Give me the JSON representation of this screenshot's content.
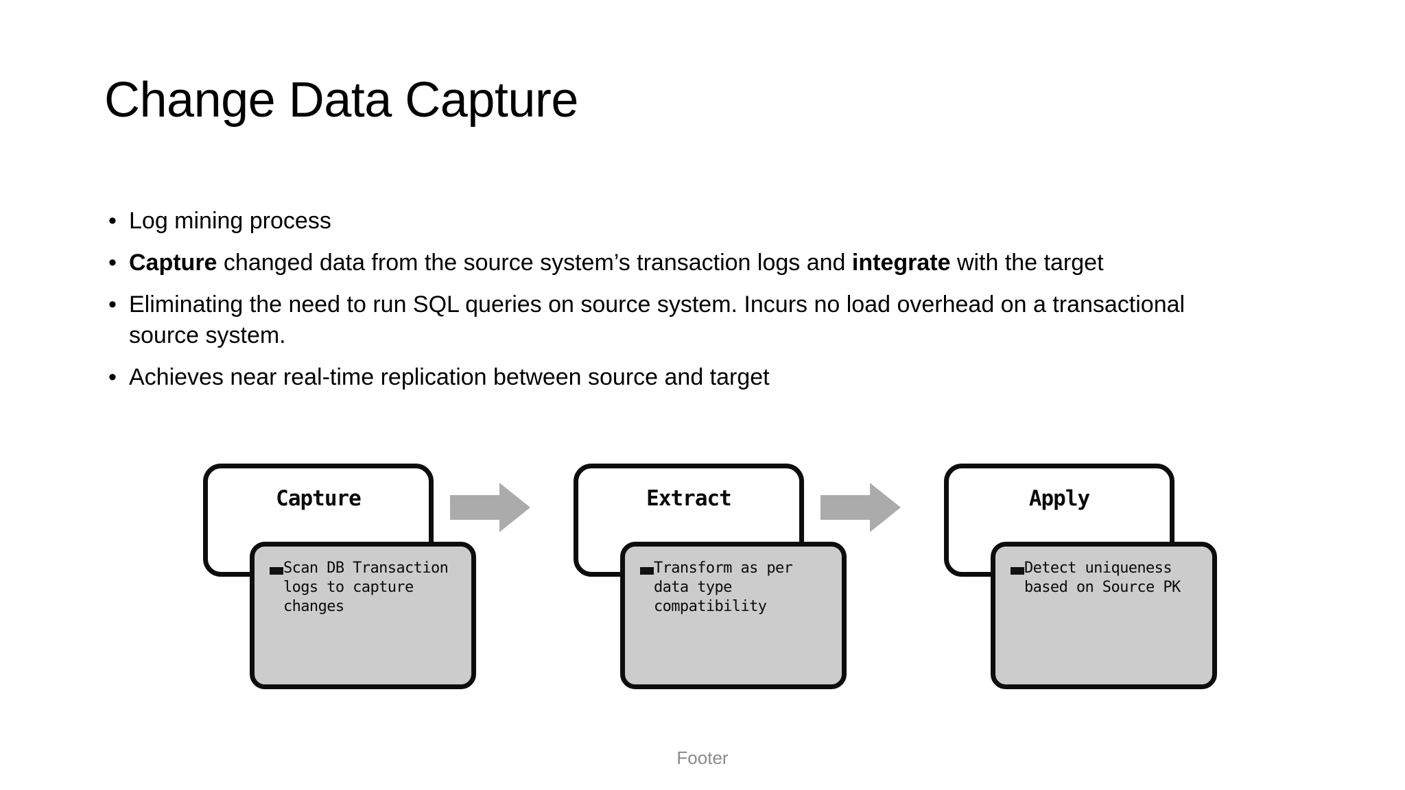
{
  "slide": {
    "title": "Change Data Capture",
    "footer": "Footer",
    "bullet_marker": "•"
  },
  "bullets": [
    {
      "marker": "•",
      "segments": [
        {
          "text": "Log mining process",
          "bold": false
        }
      ]
    },
    {
      "marker": "•",
      "segments": [
        {
          "text": "Capture",
          "bold": true
        },
        {
          "text": " changed data from the source system’s transaction logs and ",
          "bold": false
        },
        {
          "text": "integrate",
          "bold": true
        },
        {
          "text": " with the target",
          "bold": false
        }
      ]
    },
    {
      "marker": "•",
      "segments": [
        {
          "text": "Eliminating the need to run SQL queries on source system. Incurs no load overhead on a transactional source system.",
          "bold": false
        }
      ]
    },
    {
      "marker": "•",
      "segments": [
        {
          "text": "Achieves near real-time replication between source and target",
          "bold": false
        }
      ]
    }
  ],
  "diagram": {
    "type": "process-flow",
    "arrow_color": "#ababab",
    "body_fill": "#cccccc",
    "border_color": "#0d0d0d",
    "header_fill": "#ffffff",
    "stages": [
      {
        "header": "Capture",
        "body_bullet": "Scan DB Transaction logs to capture changes",
        "arrow_after": true
      },
      {
        "header": "Extract",
        "body_bullet": "Transform  as per data type compatibility",
        "arrow_after": true
      },
      {
        "header": "Apply",
        "body_bullet": "Detect  uniqueness based on Source PK",
        "arrow_after": false
      }
    ]
  }
}
